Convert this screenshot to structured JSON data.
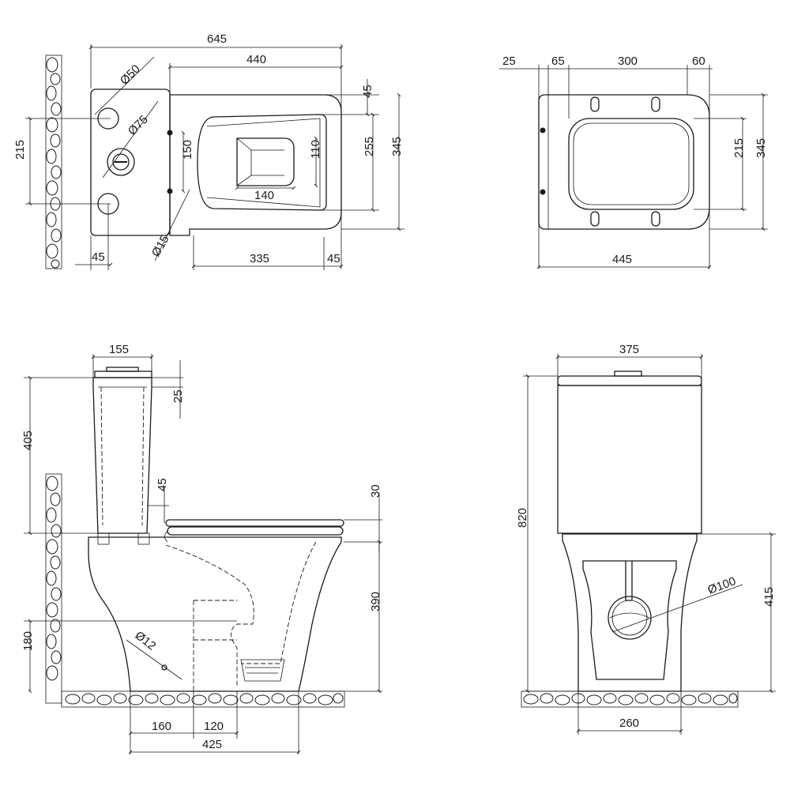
{
  "plan_view": {
    "overall_length": "645",
    "bowl_length": "440",
    "tank_d50": "Ø50",
    "tank_d75": "Ø75",
    "top_offset": "45",
    "inlet_spacing": "215",
    "bolt_spacing": "150",
    "bowl_opening_depth": "110",
    "bowl_opening_width": "140",
    "inner_width": "255",
    "overall_width": "345",
    "hole_diameter": "Ø15",
    "wall_offset": "45",
    "front_length": "335",
    "front_offset": "45"
  },
  "seat_view": {
    "edge_offset": "25",
    "hinge_offset": "65",
    "hinge_span": "300",
    "front_gap": "60",
    "inner_width": "215",
    "outer_width": "345",
    "overall_length": "445"
  },
  "side_view": {
    "tank_depth": "155",
    "lid_height": "25",
    "tank_height": "405",
    "seat_gap": "45",
    "seat_thickness": "30",
    "bowl_height": "390",
    "inlet_height": "180",
    "inlet_diameter": "Ø12",
    "outlet_offset": "160",
    "outlet_width": "120",
    "base_length": "425"
  },
  "front_view": {
    "tank_width": "375",
    "total_height": "820",
    "outlet_diameter": "Ø100",
    "bowl_height": "415",
    "base_width": "260"
  }
}
